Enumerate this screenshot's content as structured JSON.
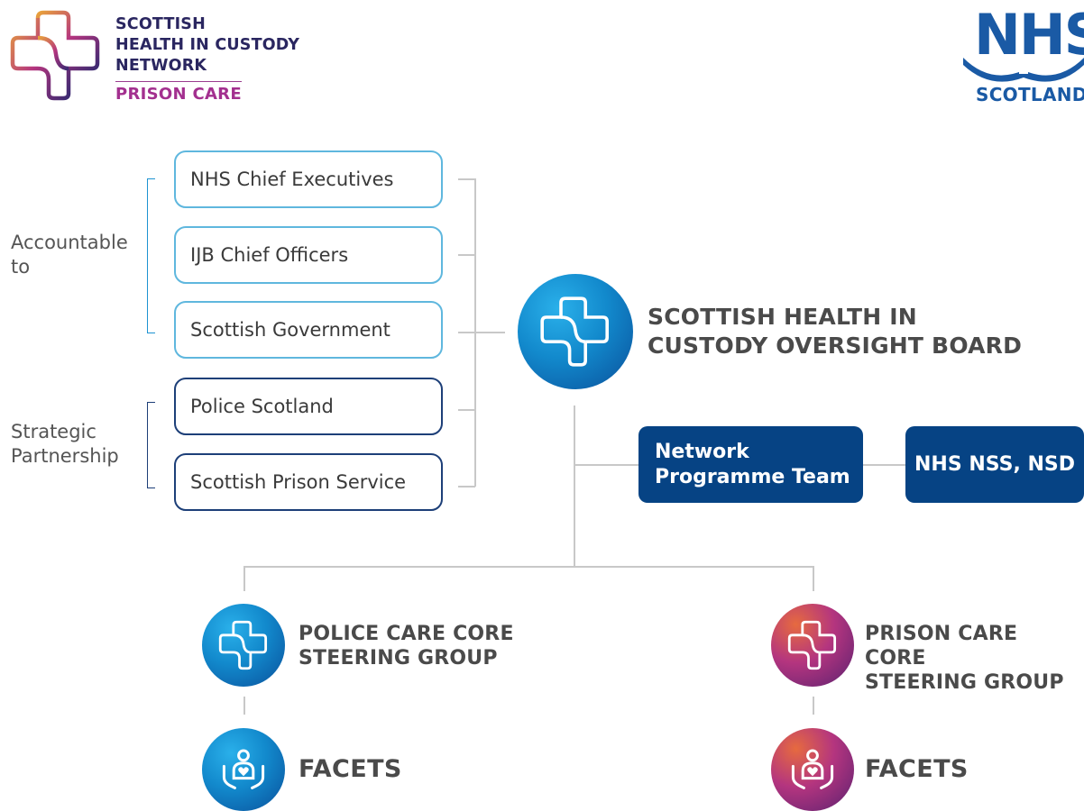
{
  "header": {
    "network_logo": {
      "line1": "SCOTTISH",
      "line2": "HEALTH IN CUSTODY",
      "line3": "NETWORK",
      "subtitle": "PRISON CARE"
    },
    "nhs_logo": {
      "wordmark": "NHS",
      "region": "SCOTLAND",
      "color": "#1a5aa5"
    }
  },
  "left_groups": {
    "accountable_label": "Accountable to",
    "strategic_label": "Strategic Partnership"
  },
  "left_boxes": [
    {
      "label": "NHS Chief Executives"
    },
    {
      "label": "IJB Chief Officers"
    },
    {
      "label": "Scottish Government"
    },
    {
      "label": "Police Scotland"
    },
    {
      "label": "Scottish Prison Service"
    }
  ],
  "board": {
    "line1": "SCOTTISH HEALTH IN",
    "line2": "CUSTODY OVERSIGHT BOARD",
    "icon": "cross-network-icon"
  },
  "programme_team": {
    "line1": "Network",
    "line2": "Programme Team",
    "color": "#064384"
  },
  "nss_box": {
    "label": "NHS NSS, NSD"
  },
  "police_group": {
    "line1": "POLICE CARE CORE",
    "line2": "STEERING GROUP",
    "facets": "FACETS"
  },
  "prison_group": {
    "line1": "PRISON CARE CORE",
    "line2": "STEERING GROUP",
    "facets": "FACETS"
  },
  "colors": {
    "blue_accent": "#1289cc",
    "purple_accent": "#b4357f",
    "navy": "#064384"
  }
}
